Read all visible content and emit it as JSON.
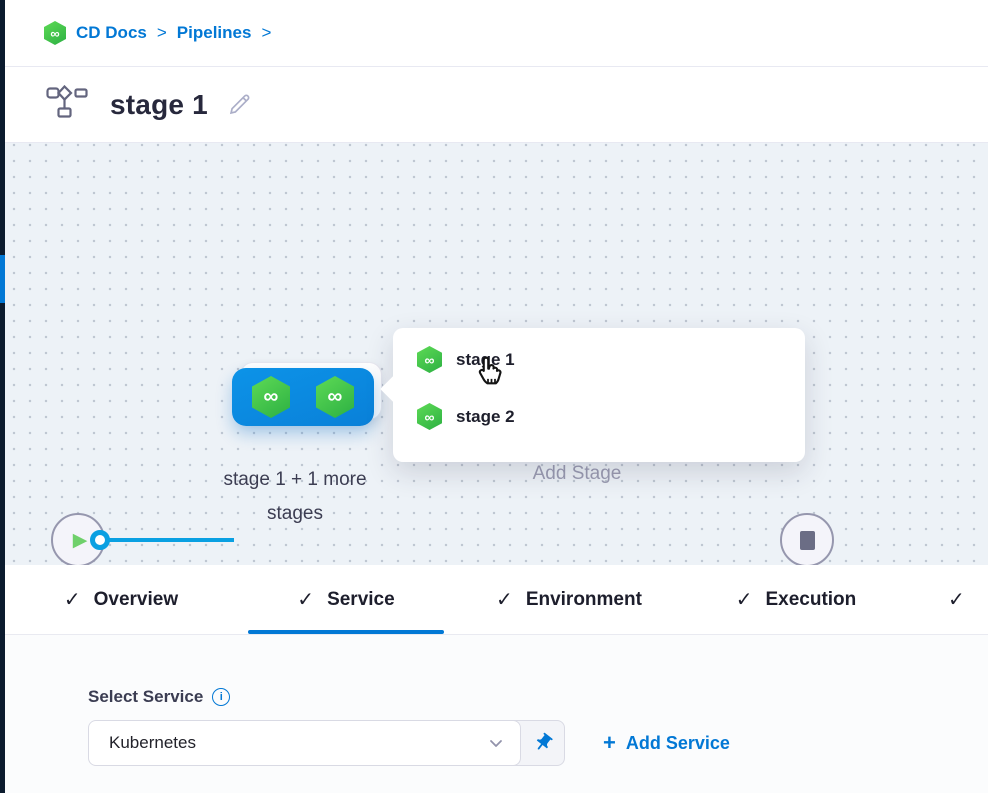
{
  "breadcrumb": {
    "items": [
      "CD Docs",
      "Pipelines"
    ],
    "separator": ">"
  },
  "header": {
    "title": "stage 1"
  },
  "canvas": {
    "group_node_label_line1": "stage 1 + 1 more",
    "group_node_label_line2": "stages",
    "add_stage_label": "Add Stage",
    "popup": {
      "items": [
        {
          "label": "stage 1"
        },
        {
          "label": "stage 2"
        }
      ]
    }
  },
  "tabs": [
    {
      "label": "Overview"
    },
    {
      "label": "Service",
      "active": true
    },
    {
      "label": "Environment"
    },
    {
      "label": "Execution"
    },
    {
      "label": ""
    }
  ],
  "service_section": {
    "label": "Select Service",
    "selected_service": "Kubernetes",
    "add_service_label": "Add Service"
  },
  "icons": {
    "infinity_glyph": "∞",
    "check_glyph": "✓",
    "play_glyph": "▶",
    "plus_glyph": "+",
    "info_glyph": "i",
    "separator_glyph": ">"
  },
  "colors": {
    "primary_blue": "#0278d5",
    "node_blue": "#0a8ce2",
    "connector_blue": "#0aa0e2",
    "harness_green": "#42b44a",
    "canvas_bg": "#edf2f7",
    "text_dark": "#22222a",
    "muted_label": "#9b9cb2"
  }
}
